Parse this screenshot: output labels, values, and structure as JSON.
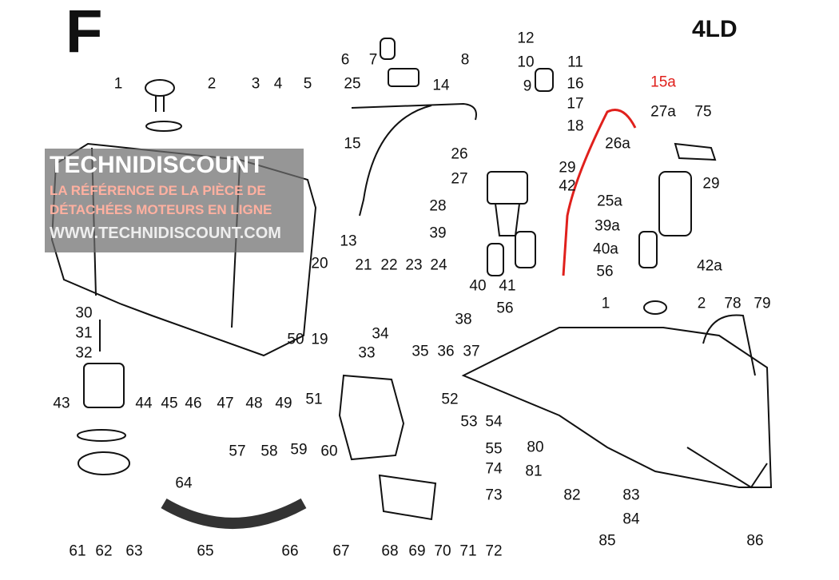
{
  "section_letter": "F",
  "model": "4LD",
  "watermark": {
    "brand": "TECHNIDISCOUNT",
    "line1": "LA RÉFÉRENCE DE LA PIÈCE DE",
    "line2": "DÉTACHÉES MOTEURS EN LIGNE",
    "url": "WWW.TECHNIDISCOUNT.COM"
  },
  "accent_color": "#e0201c",
  "labels": [
    "1",
    "2",
    "3",
    "4",
    "5",
    "6",
    "7",
    "8",
    "25",
    "14",
    "12",
    "10",
    "11",
    "9",
    "16",
    "17",
    "18",
    "15",
    "26",
    "27",
    "28",
    "29",
    "42",
    "39",
    "40",
    "41",
    "56",
    "13",
    "20",
    "21",
    "22",
    "23",
    "24",
    "34",
    "38",
    "35",
    "36",
    "37",
    "50",
    "19",
    "33",
    "30",
    "31",
    "32",
    "43",
    "44",
    "45",
    "46",
    "47",
    "48",
    "49",
    "51",
    "52",
    "53",
    "54",
    "55",
    "74",
    "73",
    "59",
    "57",
    "58",
    "60",
    "64",
    "61",
    "62",
    "63",
    "65",
    "66",
    "67",
    "68",
    "69",
    "70",
    "71",
    "72",
    "15a",
    "27a",
    "75",
    "26a",
    "29",
    "25a",
    "39a",
    "40a",
    "56",
    "42a",
    "1",
    "2",
    "78",
    "79",
    "80",
    "81",
    "82",
    "83",
    "84",
    "85",
    "86"
  ]
}
